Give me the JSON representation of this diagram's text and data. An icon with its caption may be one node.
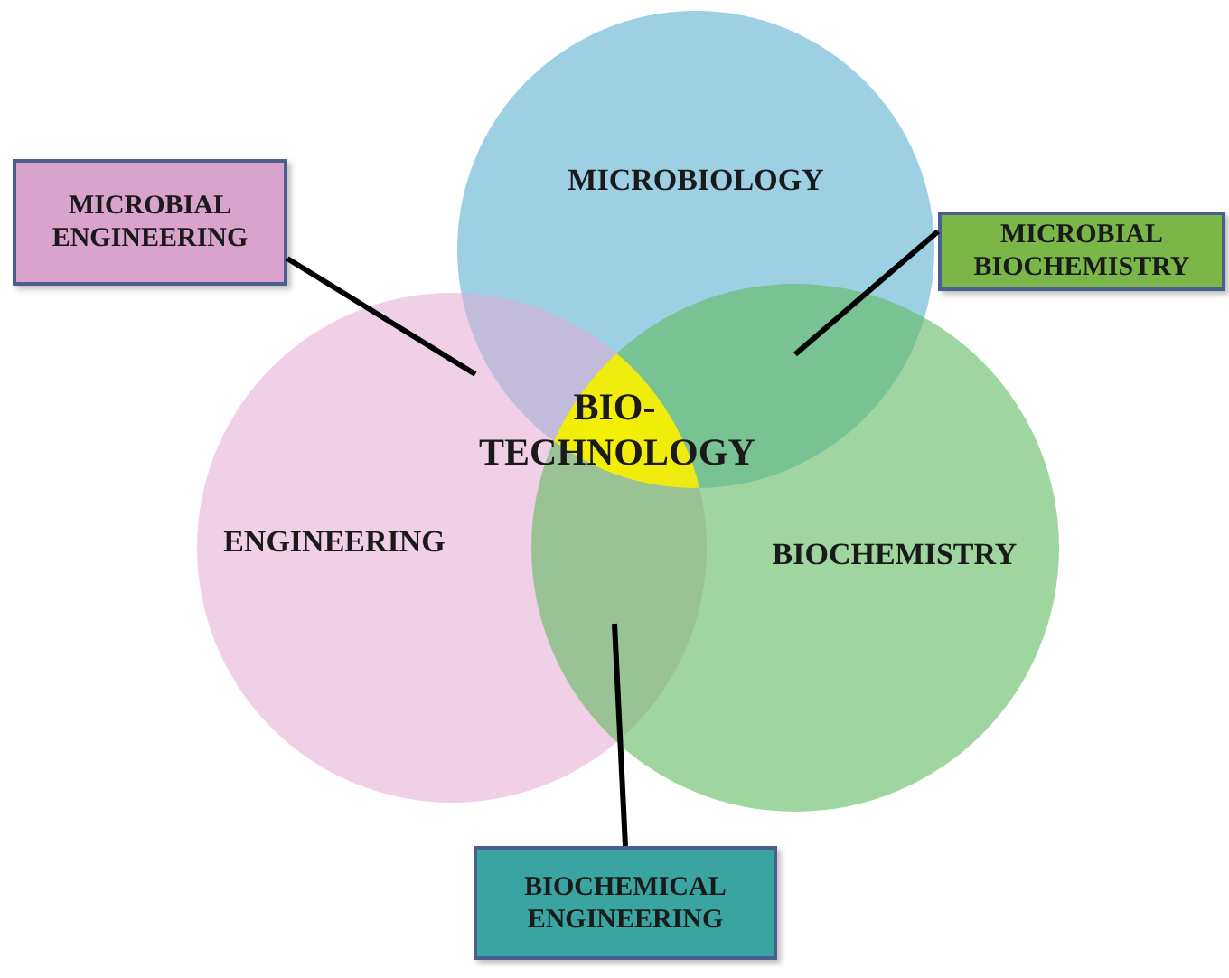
{
  "diagram": {
    "nodes": [
      {
        "text": [
          "MICROBIOLOGY"
        ]
      },
      {
        "text": [
          "MICROBIAL ENGINEERING"
        ]
      },
      {
        "text": [
          "MICROBIAL BIOCHEMISTRY"
        ]
      },
      {
        "text": [
          "BIO- TECHNOLOGY"
        ]
      },
      {
        "text": [
          "ENGINEERING"
        ]
      },
      {
        "text": [
          "BIOCHEMISTRY"
        ]
      },
      {
        "text": [
          "BIOCHEMICAL ENGINEERING"
        ]
      }
    ],
    "edges": [
      {
        "from": 1,
        "to": 0,
        "arrow": "none"
      },
      {
        "from": 2,
        "to": 0,
        "arrow": "none"
      },
      {
        "from": 6,
        "to": 4,
        "arrow": "none"
      }
    ]
  }
}
